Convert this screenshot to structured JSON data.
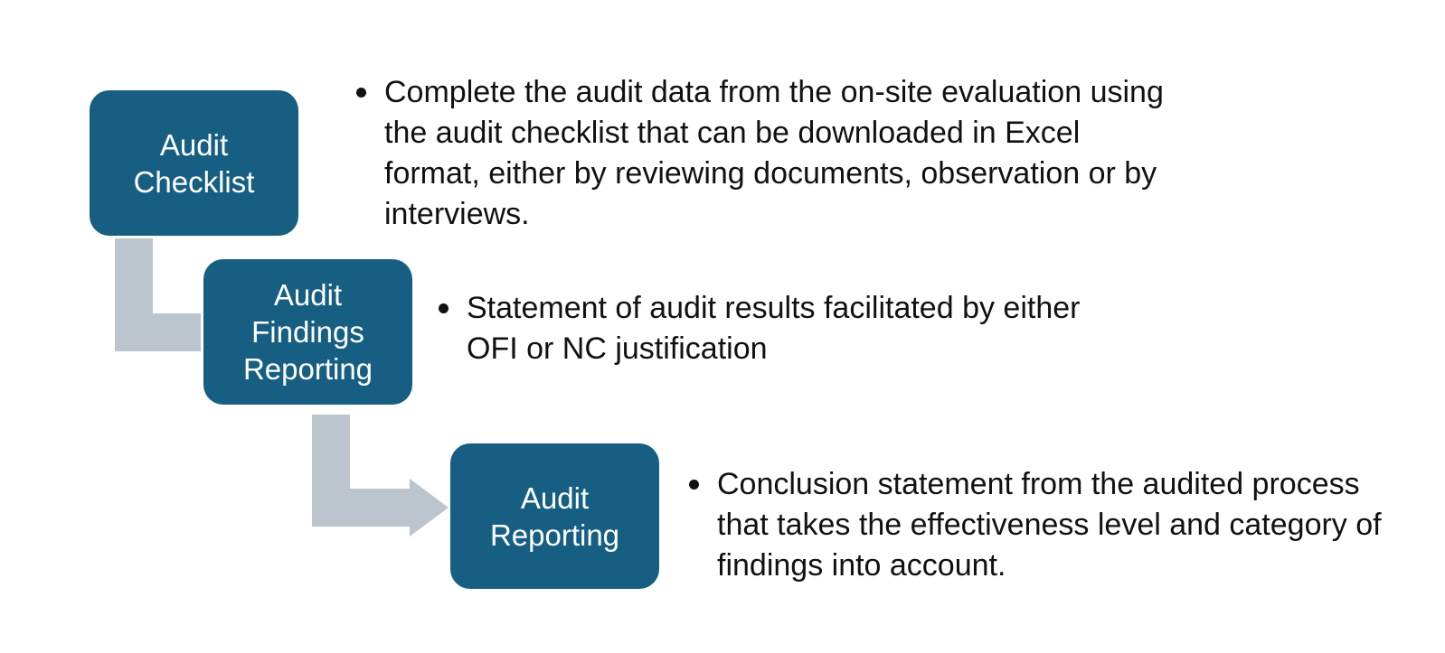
{
  "colors": {
    "box_fill": "#175f82",
    "box_text": "#ffffff",
    "connector": "#bcc5cd",
    "body_text": "#111111"
  },
  "steps": [
    {
      "label": "Audit\nChecklist",
      "description": "Complete the audit data from the on-site evaluation using the audit checklist that can be downloaded in Excel format, either by reviewing documents, observation or by interviews."
    },
    {
      "label": "Audit\nFindings\nReporting",
      "description": "Statement of audit results facilitated by either OFI or NC justification"
    },
    {
      "label": "Audit\nReporting",
      "description": "Conclusion statement from the audited process that takes the effectiveness level and category of findings into account."
    }
  ]
}
